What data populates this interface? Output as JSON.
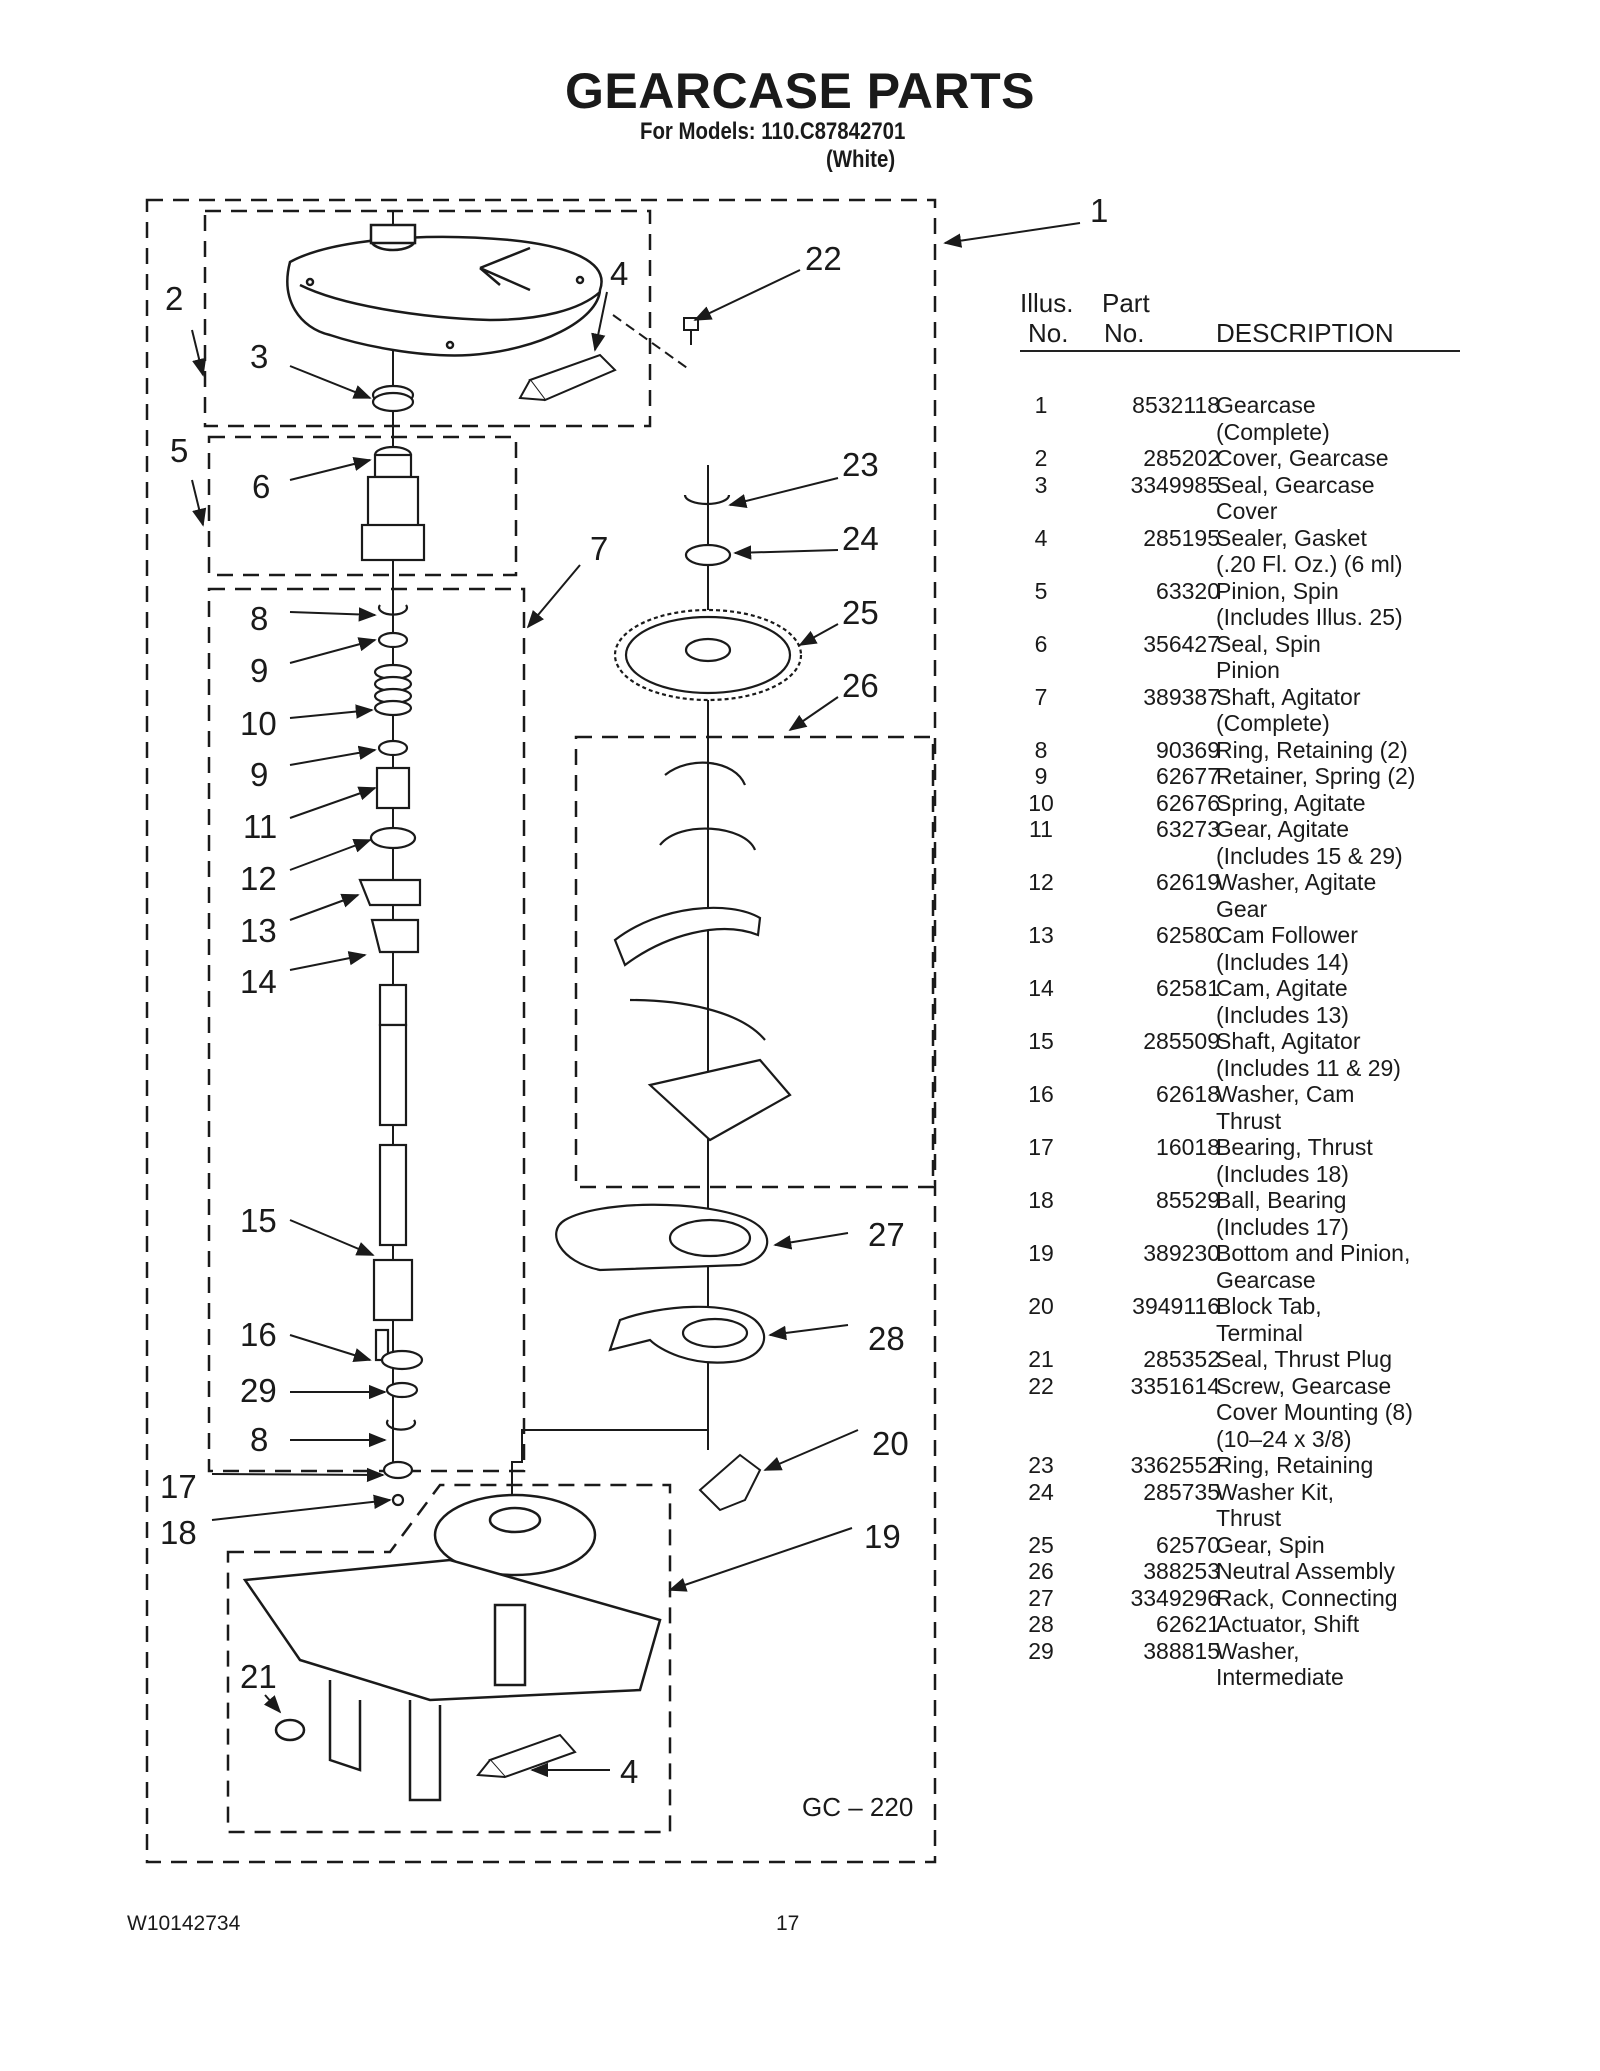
{
  "page": {
    "title": "GEARCASE PARTS",
    "models_line": "For Models: 110.C87842701",
    "color_line": "(White)",
    "document_number": "W10142734",
    "page_number": "17",
    "diagram_code": "GC – 220"
  },
  "table": {
    "header": {
      "illus_line1": "Illus.",
      "illus_line2": "No.",
      "part_line1": "Part",
      "part_line2": "No.",
      "description": "DESCRIPTION"
    },
    "rows": [
      {
        "illus": "1",
        "part": "8532118",
        "desc": "Gearcase\n(Complete)"
      },
      {
        "illus": "2",
        "part": "285202",
        "desc": "Cover, Gearcase"
      },
      {
        "illus": "3",
        "part": "3349985",
        "desc": "Seal, Gearcase\nCover"
      },
      {
        "illus": "4",
        "part": "285195",
        "desc": "Sealer, Gasket\n(.20 Fl. Oz.) (6 ml)"
      },
      {
        "illus": "5",
        "part": "63320",
        "desc": "Pinion, Spin\n(Includes Illus. 25)"
      },
      {
        "illus": "6",
        "part": "356427",
        "desc": "Seal, Spin\nPinion"
      },
      {
        "illus": "7",
        "part": "389387",
        "desc": "Shaft, Agitator\n(Complete)"
      },
      {
        "illus": "8",
        "part": "90369",
        "desc": "Ring, Retaining (2)"
      },
      {
        "illus": "9",
        "part": "62677",
        "desc": "Retainer, Spring (2)"
      },
      {
        "illus": "10",
        "part": "62676",
        "desc": "Spring, Agitate"
      },
      {
        "illus": "11",
        "part": "63273",
        "desc": "Gear, Agitate\n(Includes 15 & 29)"
      },
      {
        "illus": "12",
        "part": "62619",
        "desc": "Washer, Agitate\nGear"
      },
      {
        "illus": "13",
        "part": "62580",
        "desc": "Cam Follower\n(Includes 14)"
      },
      {
        "illus": "14",
        "part": "62581",
        "desc": "Cam, Agitate\n(Includes 13)"
      },
      {
        "illus": "15",
        "part": "285509",
        "desc": "Shaft, Agitator\n(Includes 11 & 29)"
      },
      {
        "illus": "16",
        "part": "62618",
        "desc": "Washer, Cam\nThrust"
      },
      {
        "illus": "17",
        "part": "16018",
        "desc": "Bearing, Thrust\n(Includes 18)"
      },
      {
        "illus": "18",
        "part": "85529",
        "desc": "Ball, Bearing\n(Includes 17)"
      },
      {
        "illus": "19",
        "part": "389230",
        "desc": "Bottom and Pinion,\nGearcase"
      },
      {
        "illus": "20",
        "part": "3949116",
        "desc": "Block Tab,\nTerminal"
      },
      {
        "illus": "21",
        "part": "285352",
        "desc": "Seal, Thrust Plug"
      },
      {
        "illus": "22",
        "part": "3351614",
        "desc": "Screw, Gearcase\nCover Mounting (8)\n(10–24 x 3/8)"
      },
      {
        "illus": "23",
        "part": "3362552",
        "desc": "Ring, Retaining"
      },
      {
        "illus": "24",
        "part": "285735",
        "desc": "Washer Kit,\nThrust"
      },
      {
        "illus": "25",
        "part": "62570",
        "desc": "Gear, Spin"
      },
      {
        "illus": "26",
        "part": "388253",
        "desc": "Neutral Assembly"
      },
      {
        "illus": "27",
        "part": "3349296",
        "desc": "Rack, Connecting"
      },
      {
        "illus": "28",
        "part": "62621",
        "desc": "Actuator, Shift"
      },
      {
        "illus": "29",
        "part": "388815",
        "desc": "Washer,\nIntermediate"
      }
    ]
  },
  "diagram": {
    "callouts": [
      "1",
      "2",
      "3",
      "4",
      "22",
      "5",
      "6",
      "7",
      "23",
      "24",
      "8",
      "9",
      "25",
      "26",
      "10",
      "9",
      "11",
      "12",
      "13",
      "14",
      "15",
      "27",
      "16",
      "28",
      "29",
      "8",
      "20",
      "17",
      "18",
      "19",
      "21",
      "4"
    ]
  }
}
